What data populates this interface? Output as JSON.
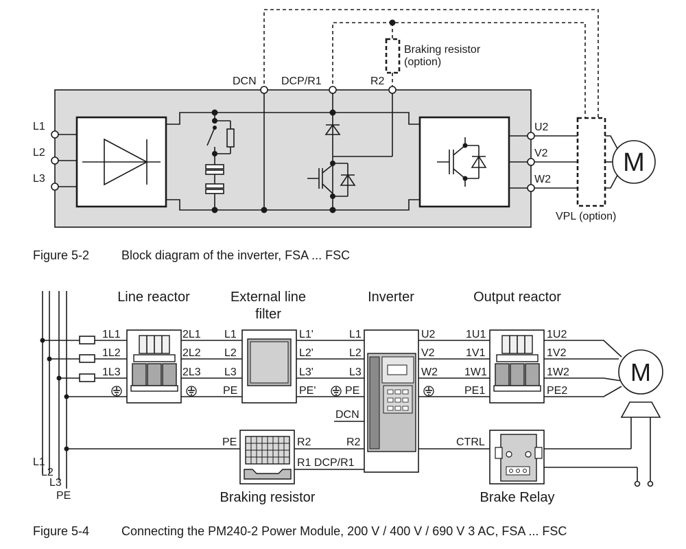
{
  "figure1": {
    "caption_number": "Figure 5-2",
    "caption_text": "Block diagram of the inverter, FSA ... FSC",
    "dc_terminals": [
      "DCN",
      "DCP/R1",
      "R2"
    ],
    "braking_resistor": [
      "Braking resistor",
      "(option)"
    ],
    "inputs": [
      "L1",
      "L2",
      "L3"
    ],
    "outputs": [
      "U2",
      "V2",
      "W2"
    ],
    "vpl": "VPL (option)",
    "motor": "M"
  },
  "figure2": {
    "caption_number": "Figure 5-4",
    "caption_text": "Connecting the PM240-2 Power Module, 200 V / 400 V / 690 V 3 AC, FSA ... FSC",
    "headers": {
      "line_reactor": "Line reactor",
      "ext_filter_1": "External line",
      "ext_filter_2": "filter",
      "inverter": "Inverter",
      "output_reactor": "Output reactor"
    },
    "line_reactor_in": [
      "1L1",
      "1L2",
      "1L3"
    ],
    "line_reactor_out": [
      "2L1",
      "2L2",
      "2L3"
    ],
    "filter_in": [
      "L1",
      "L2",
      "L3",
      "PE"
    ],
    "filter_out": [
      "L1'",
      "L2'",
      "L3'",
      "PE'"
    ],
    "inverter_in": [
      "L1",
      "L2",
      "L3",
      "PE"
    ],
    "inverter_out": [
      "U2",
      "V2",
      "W2"
    ],
    "inverter_dc": [
      "DCN",
      "R2",
      "R1 DCP/R1"
    ],
    "output_reactor_in": [
      "1U1",
      "1V1",
      "1W1",
      "PE1"
    ],
    "output_reactor_out": [
      "1U2",
      "1V2",
      "1W2",
      "PE2"
    ],
    "braking_resistor": {
      "pe": "PE",
      "r2": "R2",
      "label": "Braking resistor"
    },
    "brake_relay": {
      "ctrl": "CTRL",
      "label": "Brake Relay"
    },
    "supply": [
      "L1",
      "L2",
      "L3",
      "PE"
    ],
    "motor": "M"
  }
}
